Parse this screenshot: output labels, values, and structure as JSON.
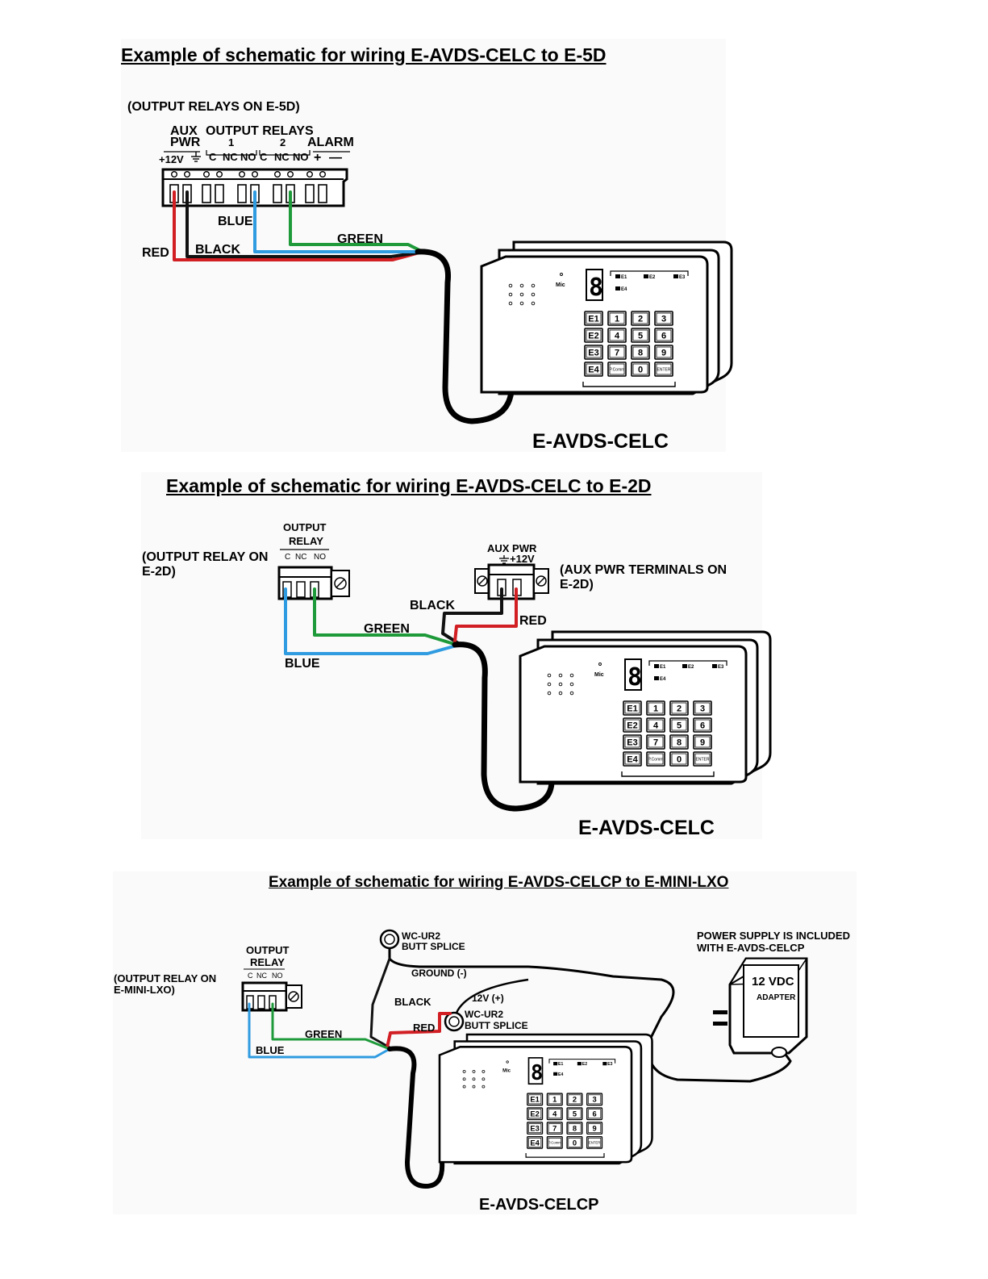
{
  "colors": {
    "red": "#d11f24",
    "black": "#111111",
    "blue": "#2f9be0",
    "green": "#1e9a3a"
  },
  "diagram1": {
    "title": "Example of schematic for wiring E-AVDS-CELC to E-5D",
    "subtitle": "(OUTPUT RELAYS ON E-5D)",
    "terminal_labels": {
      "aux": "AUX",
      "pwr": "PWR",
      "output_relays": "OUTPUT RELAYS",
      "relay1": "1",
      "relay2": "2",
      "alarm": "ALARM",
      "plus12v": "+12V",
      "c1": "C",
      "nc1": "NC",
      "no1": "NO",
      "c2": "C",
      "nc2": "NC",
      "no2": "NO",
      "alarm_plus": "+",
      "alarm_minus": "—"
    },
    "wires": {
      "red": "RED",
      "black": "BLACK",
      "blue": "BLUE",
      "green": "GREEN"
    },
    "device_label": "E-AVDS-CELC"
  },
  "diagram2": {
    "title": "Example of schematic for wiring E-AVDS-CELC to E-2D",
    "relay_note_line1": "(OUTPUT RELAY ON",
    "relay_note_line2": "E-2D)",
    "relay_title_line1": "OUTPUT",
    "relay_title_line2": "RELAY",
    "relay_terms": {
      "c": "C",
      "nc": "NC",
      "no": "NO"
    },
    "aux_title": "AUX PWR",
    "aux_v": "+12V",
    "aux_note_line1": "(AUX PWR TERMINALS ON",
    "aux_note_line2": "E-2D)",
    "wires": {
      "black": "BLACK",
      "red": "RED",
      "green": "GREEN",
      "blue": "BLUE"
    },
    "device_label": "E-AVDS-CELC"
  },
  "diagram3": {
    "title": "Example of schematic for wiring E-AVDS-CELCP to E-MINI-LXO",
    "relay_note_line1": "(OUTPUT RELAY ON",
    "relay_note_line2": "E-MINI-LXO)",
    "relay_title_line1": "OUTPUT",
    "relay_title_line2": "RELAY",
    "relay_terms": {
      "c": "C",
      "nc": "NC",
      "no": "NO"
    },
    "splice1_line1": "WC-UR2",
    "splice1_line2": "BUTT SPLICE",
    "ground": "GROUND (-)",
    "v12": "12V (+)",
    "splice2_line1": "WC-UR2",
    "splice2_line2": "BUTT SPLICE",
    "wires": {
      "black": "BLACK",
      "red": "RED",
      "green": "GREEN",
      "blue": "BLUE"
    },
    "psu_note_line1": "POWER SUPPLY IS INCLUDED",
    "psu_note_line2": "WITH E-AVDS-CELCP",
    "adapter_v": "12 VDC",
    "adapter_label": "ADAPTER",
    "device_label": "E-AVDS-CELCP"
  },
  "keypad": {
    "mic": "Mic",
    "leds": [
      "E1",
      "E2",
      "E3",
      "E4"
    ],
    "rows": [
      [
        "E1",
        "1",
        "2",
        "3"
      ],
      [
        "E2",
        "4",
        "5",
        "6"
      ],
      [
        "E3",
        "7",
        "8",
        "9"
      ],
      [
        "E4",
        "P.Comm",
        "0",
        "ENTER"
      ]
    ],
    "rows_celcp": [
      [
        "E1",
        "1",
        "2",
        "3"
      ],
      [
        "E2",
        "4",
        "5",
        "6"
      ],
      [
        "E3",
        "7",
        "8",
        "9"
      ],
      [
        "E4",
        "P.Comm",
        "0",
        "ENTER"
      ]
    ]
  }
}
